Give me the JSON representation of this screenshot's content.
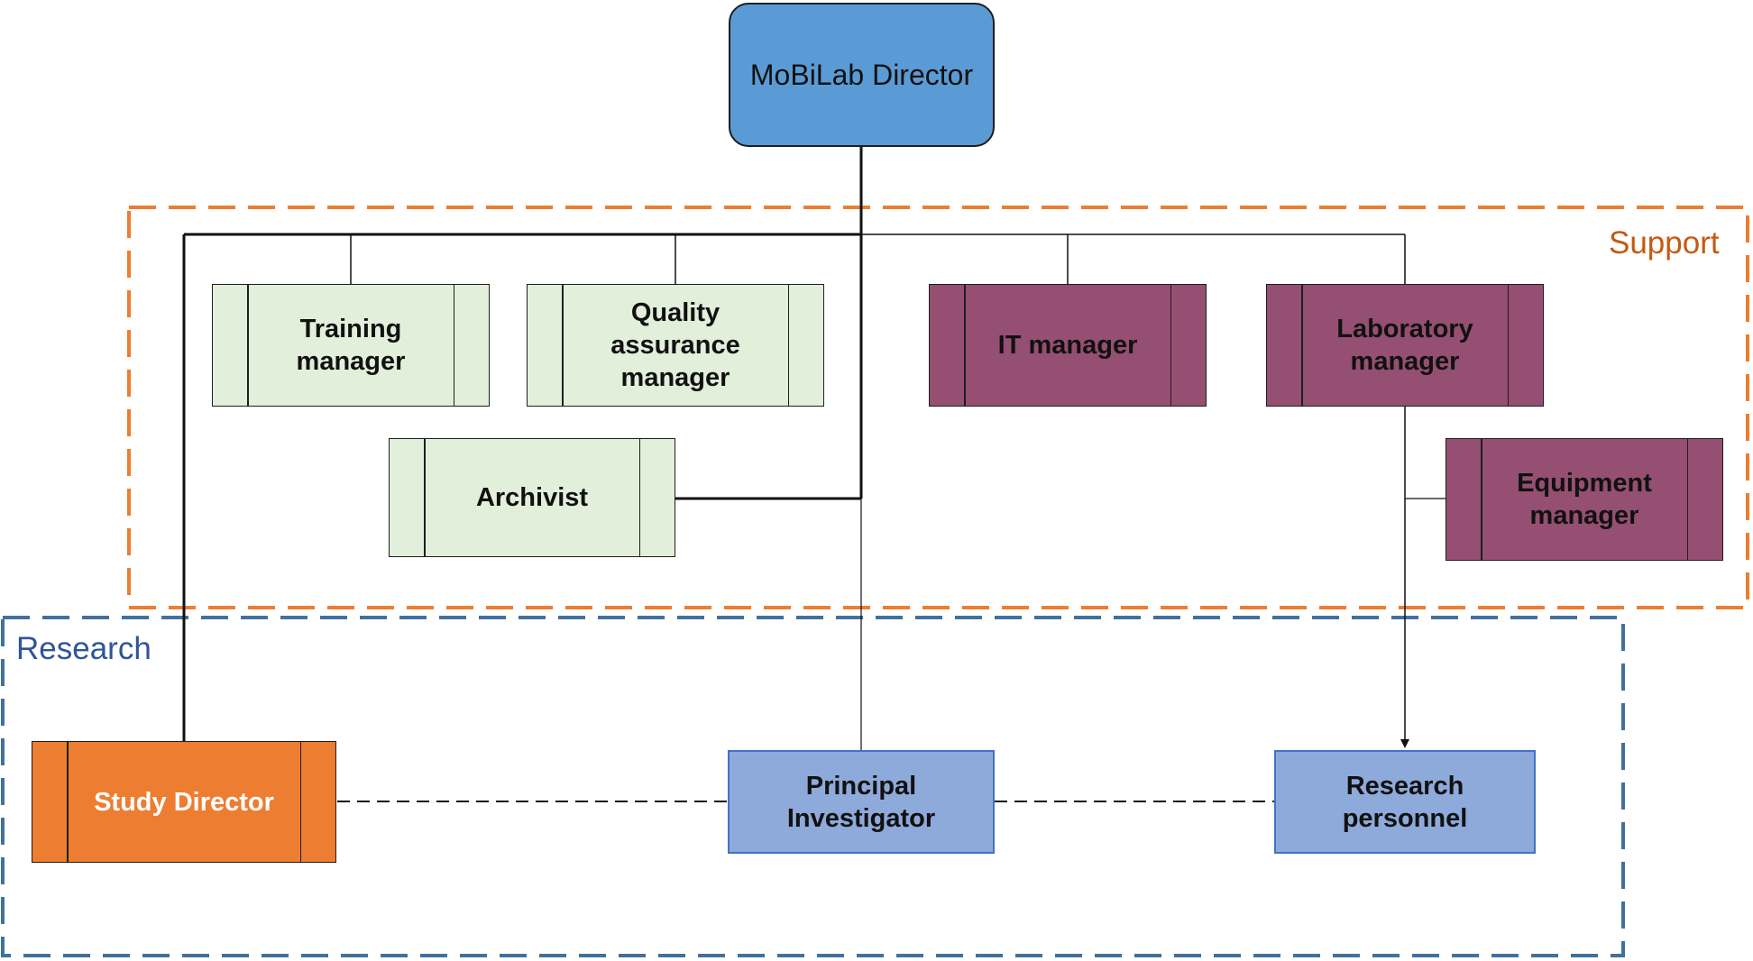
{
  "groups": {
    "support": {
      "label": "Support",
      "border_color": "#ed7d31",
      "text_color": "#c55a11"
    },
    "research": {
      "label": "Research",
      "border_color": "#41719c",
      "text_color": "#2f5597"
    }
  },
  "nodes": {
    "director": {
      "label": "MoBiLab Director",
      "fill": "#5b9bd5"
    },
    "training_manager": {
      "label": "Training\nmanager",
      "fill": "#e2efda"
    },
    "quality_assurance_manager": {
      "label": "Quality\nassurance\nmanager",
      "fill": "#e2efda"
    },
    "archivist": {
      "label": "Archivist",
      "fill": "#e2efda"
    },
    "it_manager": {
      "label": "IT manager",
      "fill": "#954f72"
    },
    "laboratory_manager": {
      "label": "Laboratory\nmanager",
      "fill": "#954f72"
    },
    "equipment_manager": {
      "label": "Equipment\nmanager",
      "fill": "#954f72"
    },
    "study_director": {
      "label": "Study Director",
      "fill": "#ed7d31"
    },
    "principal_investigator": {
      "label": "Principal\nInvestigator",
      "fill": "#8eaadb"
    },
    "research_personnel": {
      "label": "Research\npersonnel",
      "fill": "#8eaadb"
    }
  },
  "edges": [
    {
      "from": "director",
      "to": "training_manager",
      "style": "solid"
    },
    {
      "from": "director",
      "to": "quality_assurance_manager",
      "style": "solid"
    },
    {
      "from": "director",
      "to": "archivist",
      "style": "solid"
    },
    {
      "from": "director",
      "to": "it_manager",
      "style": "solid"
    },
    {
      "from": "director",
      "to": "laboratory_manager",
      "style": "solid"
    },
    {
      "from": "director",
      "to": "study_director",
      "style": "solid"
    },
    {
      "from": "director",
      "to": "principal_investigator",
      "style": "solid"
    },
    {
      "from": "laboratory_manager",
      "to": "equipment_manager",
      "style": "solid"
    },
    {
      "from": "laboratory_manager",
      "to": "research_personnel",
      "style": "arrow"
    },
    {
      "from": "study_director",
      "to": "principal_investigator",
      "style": "dashed"
    },
    {
      "from": "principal_investigator",
      "to": "research_personnel",
      "style": "dashed"
    }
  ]
}
